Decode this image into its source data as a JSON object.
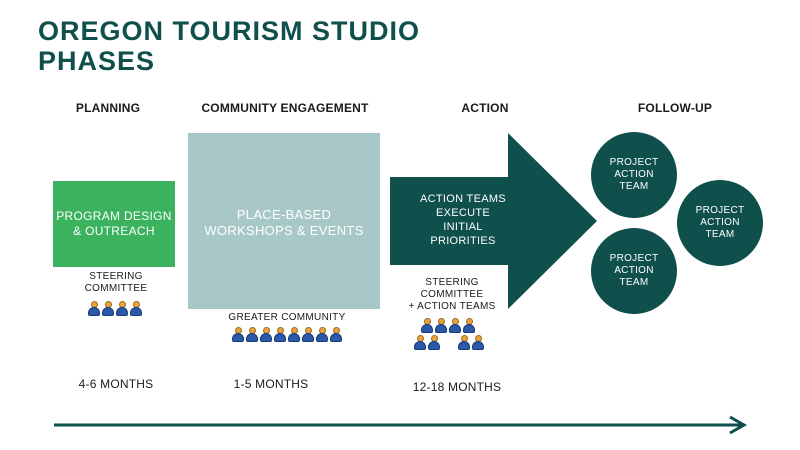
{
  "title": {
    "line1": "OREGON TOURISM STUDIO",
    "line2": "PHASES"
  },
  "phases": [
    {
      "label": "PLANNING",
      "box": "PROGRAM DESIGN\n& OUTREACH",
      "group": "STEERING\nCOMMITTEE",
      "duration": "4-6 MONTHS"
    },
    {
      "label": "COMMUNITY ENGAGEMENT",
      "box": "PLACE-BASED\nWORKSHOPS & EVENTS",
      "group": "GREATER COMMUNITY",
      "duration": "1-5 MONTHS"
    },
    {
      "label": "ACTION",
      "box": "ACTION TEAMS\nEXECUTE\nINITIAL\nPRIORITIES",
      "group": "STEERING\nCOMMITTEE\n+ ACTION TEAMS",
      "duration": "12-18 MONTHS"
    },
    {
      "label": "FOLLOW-UP"
    }
  ],
  "follow_up_teams": [
    "PROJECT\nACTION\nTEAM",
    "PROJECT\nACTION\nTEAM",
    "PROJECT\nACTION\nTEAM"
  ],
  "icons": {
    "person": "person-icon",
    "timeline": "timeline-arrow"
  },
  "colors": {
    "title": "#0f4f4c",
    "planning_box": "#3bb35e",
    "engagement_box": "#a8c8c7",
    "action_arrow": "#0f4f4c",
    "follow_up_circle": "#0f4f4c",
    "person_head": "#e8a33d",
    "person_body": "#2b58a8"
  }
}
